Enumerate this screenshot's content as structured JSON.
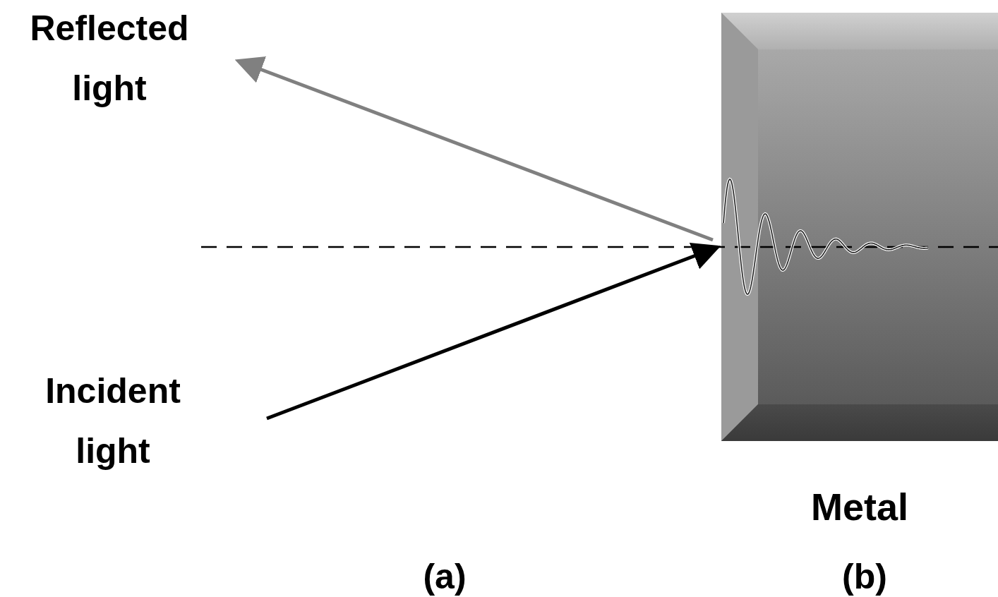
{
  "diagram": {
    "nodes": [
      {
        "text": [
          "Metal"
        ]
      }
    ],
    "labels": [
      "Reflected light",
      "Incident light",
      "(a)",
      "(b)"
    ]
  }
}
